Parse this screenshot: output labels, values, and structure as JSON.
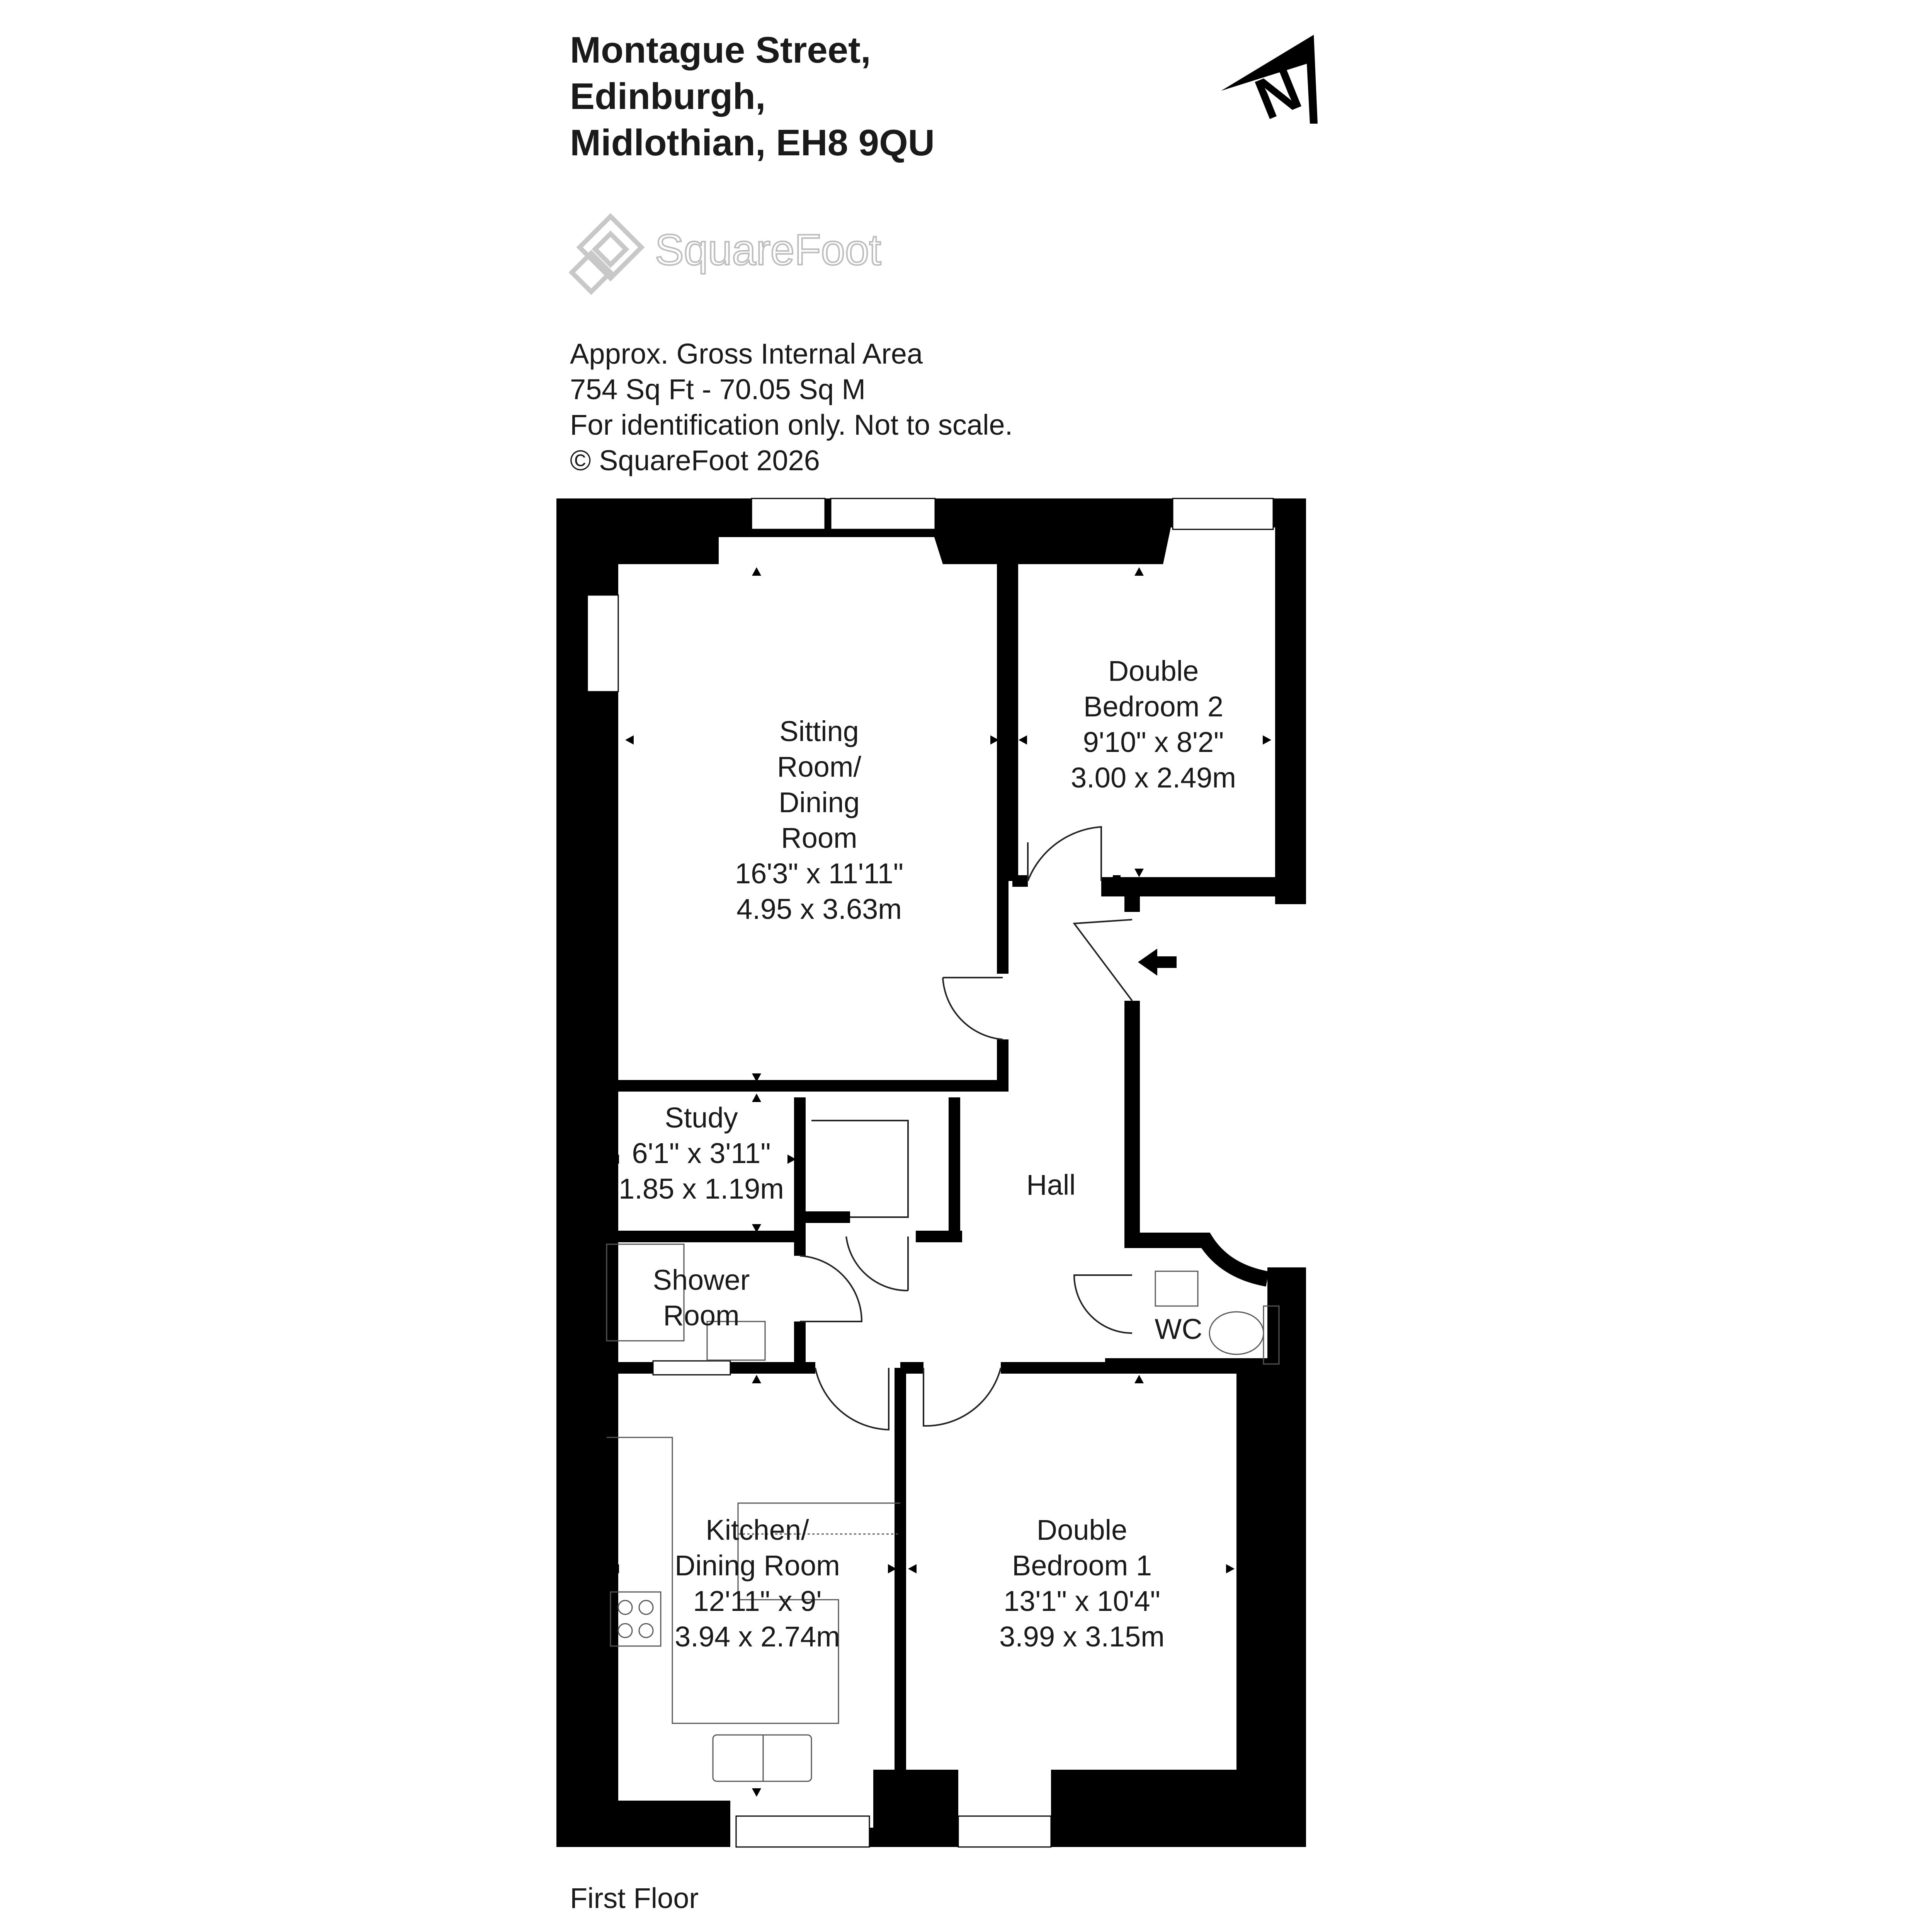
{
  "address": {
    "line1": "Montague Street,",
    "line2": "Edinburgh,",
    "line3": "Midlothian, EH8 9QU"
  },
  "brand": {
    "name": "SquareFoot",
    "color": "#c8c8c8"
  },
  "compass": {
    "label": "N",
    "icon": "north-arrow-icon"
  },
  "info": {
    "line1": "Approx. Gross Internal Area",
    "line2": "754 Sq Ft  -  70.05 Sq M",
    "line3": "For identification only. Not to scale.",
    "line4": "© SquareFoot 2026"
  },
  "rooms": {
    "sitting": {
      "l1": "Sitting",
      "l2": "Room/",
      "l3": "Dining",
      "l4": "Room",
      "imperial": "16'3\" x 11'11\"",
      "metric": "4.95 x 3.63m"
    },
    "bedroom2": {
      "l1": "Double",
      "l2": "Bedroom 2",
      "imperial": "9'10\" x 8'2\"",
      "metric": "3.00 x 2.49m"
    },
    "study": {
      "l1": "Study",
      "imperial": "6'1\" x 3'11\"",
      "metric": "1.85 x 1.19m"
    },
    "hall": {
      "l1": "Hall"
    },
    "shower": {
      "l1": "Shower",
      "l2": "Room"
    },
    "wc": {
      "l1": "WC"
    },
    "kitchen": {
      "l1": "Kitchen/",
      "l2": "Dining Room",
      "imperial": "12'11\" x 9'",
      "metric": "3.94 x 2.74m"
    },
    "bedroom1": {
      "l1": "Double",
      "l2": "Bedroom 1",
      "imperial": "13'1\" x 10'4\"",
      "metric": "3.99 x 3.15m"
    }
  },
  "entrance_icon": "entrance-arrow-icon",
  "floor": {
    "label": "First Floor"
  },
  "colors": {
    "wall": "#000000",
    "text": "#1a1a1a",
    "fixture": "#555555"
  }
}
